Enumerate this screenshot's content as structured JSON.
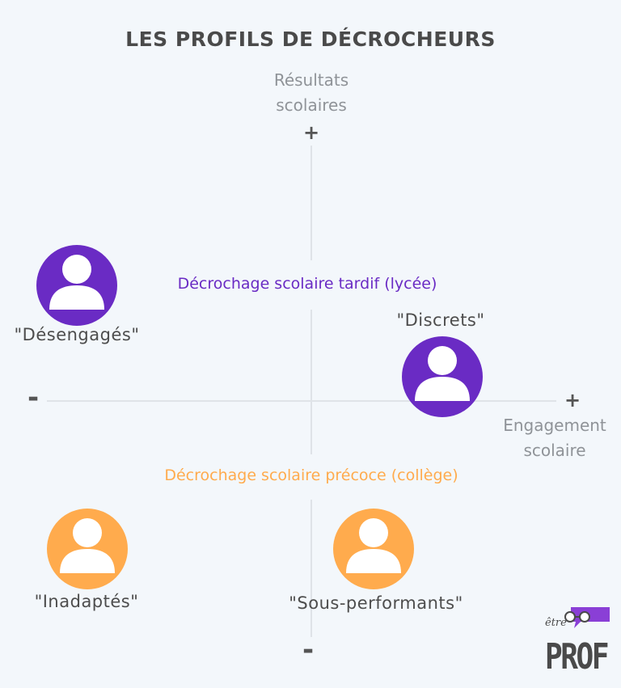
{
  "title": "LES PROFILS DE DÉCROCHEURS",
  "axes": {
    "y_label_line1": "Résultats",
    "y_label_line2": "scolaires",
    "x_label_line1": "Engagement",
    "x_label_line2": "scolaire",
    "plus": "+",
    "minus": "-"
  },
  "categories": {
    "late": "Décrochage scolaire tardif (lycée)",
    "early": "Décrochage scolaire précoce (collège)"
  },
  "profiles": {
    "desengages": "\"Désengagés\"",
    "discrets": "\"Discrets\"",
    "inadaptes": "\"Inadaptés\"",
    "sous_performants": "\"Sous-performants\""
  },
  "colors": {
    "purple": "#6a2bc4",
    "orange": "#ffab4d",
    "axis": "#dfe3e8"
  },
  "logo": {
    "small": "être",
    "big": "PROF"
  }
}
